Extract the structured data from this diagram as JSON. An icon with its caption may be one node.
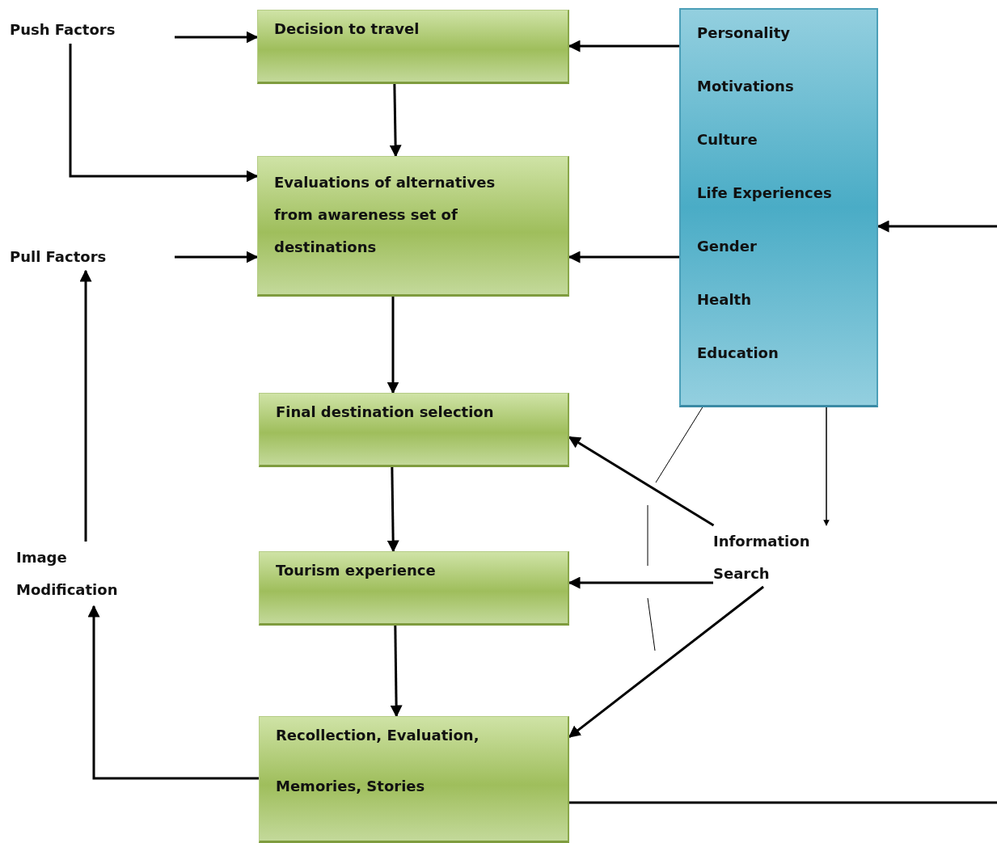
{
  "diagram": {
    "nodes": [
      {
        "text": [
          "Push Factors"
        ]
      },
      {
        "text": [
          "Decision to travel"
        ]
      },
      {
        "text": [
          "Personality",
          "Motivations",
          "Culture",
          "Life Experiences",
          "Gender",
          "Health",
          "Education"
        ]
      },
      {
        "text": [
          "Evaluations of alternatives from awareness set of destinations"
        ]
      },
      {
        "text": [
          "Pull Factors"
        ]
      },
      {
        "text": [
          "Final destination selection"
        ]
      },
      {
        "text": [
          "Information Search"
        ]
      },
      {
        "text": [
          "Image Modification"
        ]
      },
      {
        "text": [
          "Tourism experience"
        ]
      },
      {
        "text": [
          "Recollection, Evaluation,",
          "Memories, Stories"
        ]
      }
    ],
    "edges": [
      {
        "from": 0,
        "to": 1,
        "arrow": "to"
      },
      {
        "from": 0,
        "to": 3,
        "arrow": "to"
      },
      {
        "from": 2,
        "to": 1,
        "arrow": "to"
      },
      {
        "from": 1,
        "to": 3,
        "arrow": "to"
      },
      {
        "from": 4,
        "to": 3,
        "arrow": "to"
      },
      {
        "from": 2,
        "to": 3,
        "arrow": "to"
      },
      {
        "from": 3,
        "to": 5,
        "arrow": "to"
      },
      {
        "from": 5,
        "to": 8,
        "arrow": "to"
      },
      {
        "from": 8,
        "to": 9,
        "arrow": "to"
      },
      {
        "from": 6,
        "to": 5,
        "arrow": "to"
      },
      {
        "from": 6,
        "to": 8,
        "arrow": "to"
      },
      {
        "from": 6,
        "to": 9,
        "arrow": "to"
      },
      {
        "from": 2,
        "to": 6,
        "arrow": "to"
      },
      {
        "from": null,
        "to": 2,
        "arrow": "to"
      },
      {
        "from": 9,
        "to": 7,
        "arrow": "to"
      },
      {
        "from": 7,
        "to": 4,
        "arrow": "to"
      },
      {
        "from": 9,
        "to": null,
        "arrow": "none"
      },
      {
        "from": 2,
        "to": null,
        "arrow": "none"
      }
    ]
  }
}
